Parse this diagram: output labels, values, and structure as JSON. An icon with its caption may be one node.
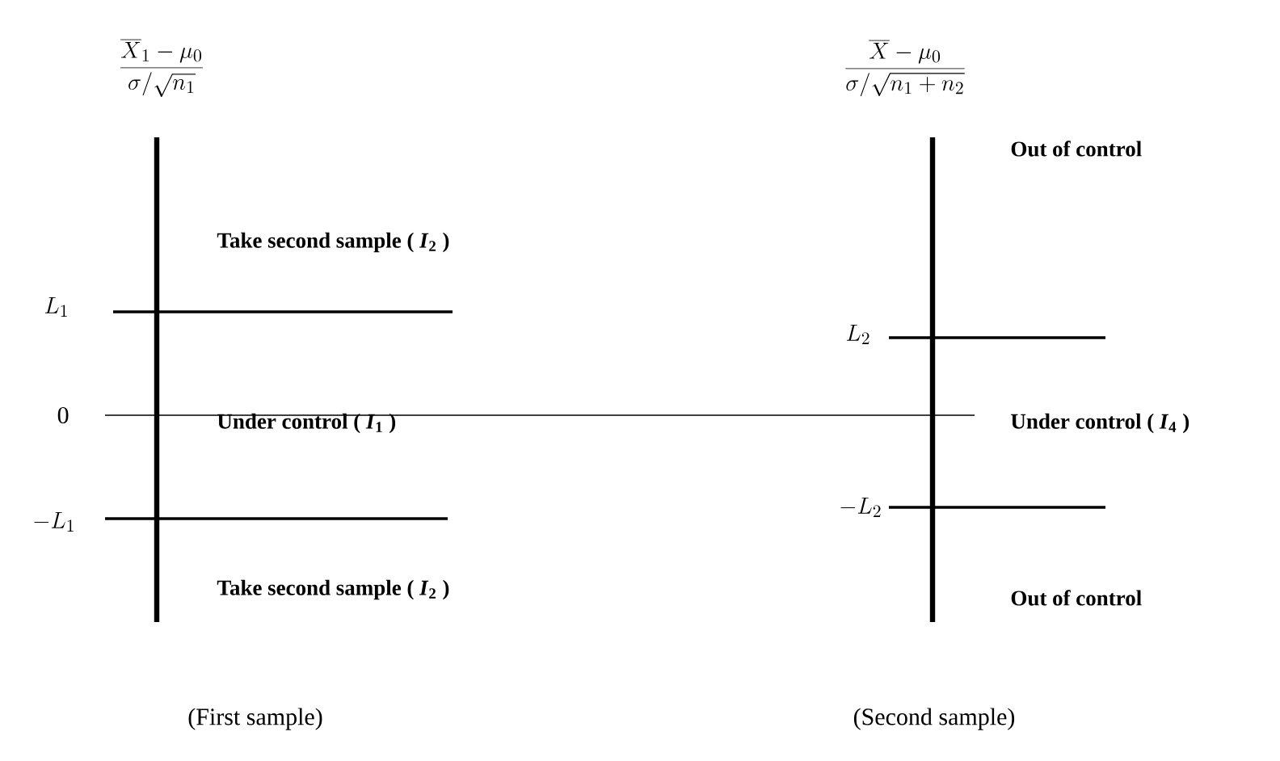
{
  "diagram": {
    "labels": [
      "\\frac{\\overline{X}_1-\\mu_0}{\\sigma/\\sqrt{n_1}}",
      "\\frac{\\overline{X}-\\mu_0}{\\sigma/\\sqrt{n_1+n_2}}",
      "Take second sample ( *I*$_{2}$ )",
      "Out of control",
      "L_1",
      "L_2",
      "0",
      "Under control ( *I*$_{1}$ )",
      "Under control ( *I*$_{4}$ )",
      "-L_1",
      "-L_2",
      "Take second sample ( *I*$_{2}$ )",
      "Out of control",
      "(First sample)",
      "(Second sample)"
    ]
  }
}
